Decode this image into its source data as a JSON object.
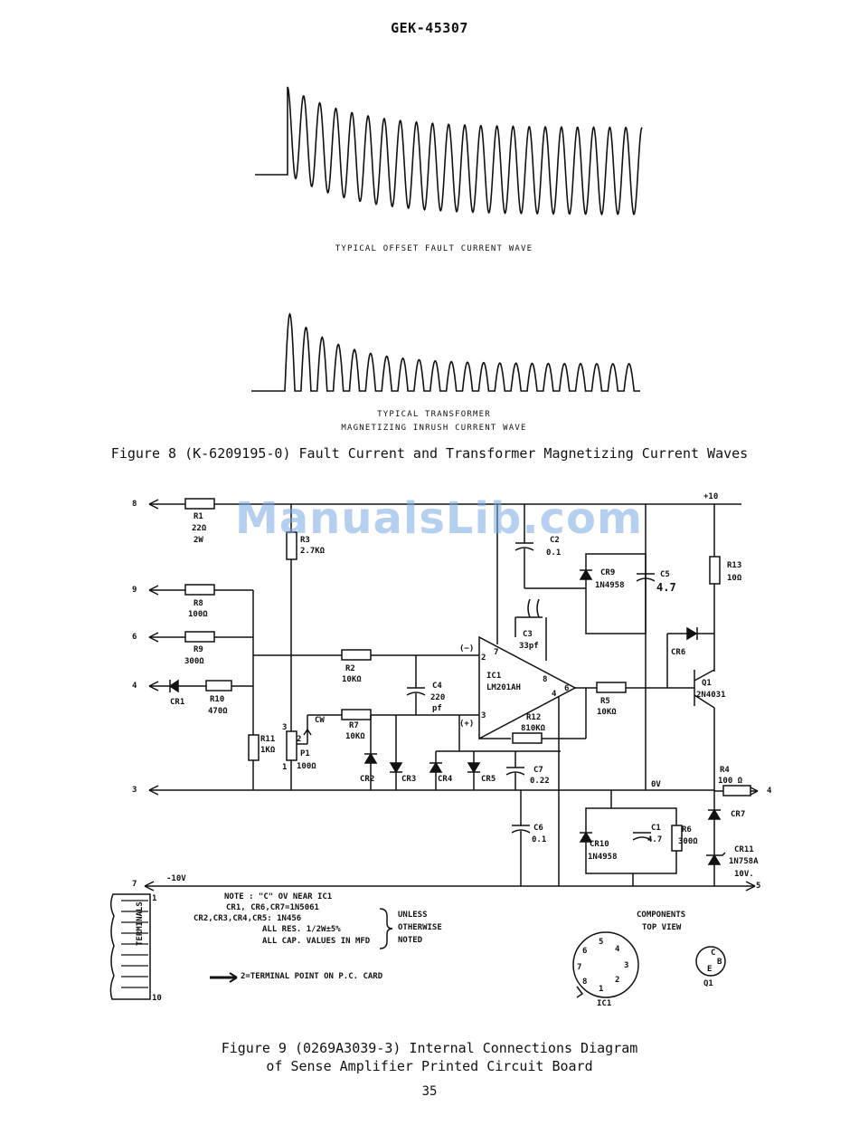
{
  "header": {
    "doc_id": "GEK-45307"
  },
  "figure8": {
    "wave1_caption": "TYPICAL OFFSET FAULT CURRENT WAVE",
    "wave2_caption_line1": "TYPICAL TRANSFORMER",
    "wave2_caption_line2": "MAGNETIZING INRUSH CURRENT WAVE",
    "caption": "Figure 8  (K-6209195-0)  Fault Current and Transformer Magnetizing Current Waves"
  },
  "watermark": "ManualsLib.com",
  "figure9": {
    "terminals": {
      "t8": "8",
      "t9": "9",
      "t6": "6",
      "t4a": "4",
      "t3": "3",
      "t7": "7",
      "t4b": "4",
      "t5": "5"
    },
    "rails": {
      "plus10": "+10",
      "zero_v": "0V",
      "minus10": "-10V"
    },
    "components": {
      "r1": "R1",
      "r1_val": "22Ω",
      "r1_w": "2W",
      "r3": "R3",
      "r3_val": "2.7KΩ",
      "r8": "R8",
      "r8_val": "100Ω",
      "r9": "R9",
      "r9_val": "300Ω",
      "r10": "R10",
      "r10_val": "470Ω",
      "cr1": "CR1",
      "r11": "R11",
      "r11_val": "1KΩ",
      "p1": "P1",
      "p1_val": "100Ω",
      "cw": "CW",
      "pin3": "3",
      "pin2": "2",
      "pin1": "1",
      "r2": "R2",
      "r2_val": "10KΩ",
      "r7": "R7",
      "r7_val": "10KΩ",
      "c4": "C4",
      "c4_val": "220",
      "c4_unit": "pf",
      "c2": "C2",
      "c2_val": "0.1",
      "cr9": "CR9",
      "cr9_part": "1N4958",
      "c5": "C5",
      "c5_val": "4.7",
      "c3": "C3",
      "c3_val": "33pf",
      "ic1": "IC1",
      "ic1_part": "LM201AH",
      "minus_in": "(−)",
      "plus_in": "(+)",
      "ic_pin2": "2",
      "ic_pin3": "3",
      "ic_pin7": "7",
      "ic_pin8": "8",
      "ic_pin4": "4",
      "ic_pin6": "6",
      "r12": "R12",
      "r12_val": "810KΩ",
      "r5": "R5",
      "r5_val": "10KΩ",
      "r13": "R13",
      "r13_val": "10Ω",
      "cr6": "CR6",
      "q1": "Q1",
      "q1_part": "2N4031",
      "cr2": "CR2",
      "cr3": "CR3",
      "cr4": "CR4",
      "cr5": "CR5",
      "c7": "C7",
      "c7_val": "0.22",
      "c6": "C6",
      "c6_val": "0.1",
      "cr10": "CR10",
      "cr10_part": "1N4958",
      "c1": "C1",
      "c1_val": "4.7",
      "r6": "R6",
      "r6_val": "300Ω",
      "r4": "R4",
      "r4_val": "100 Ω",
      "cr7": "CR7",
      "cr11": "CR11",
      "cr11_part": "1N758A",
      "cr11_v": "10V."
    },
    "notes": {
      "line1": "NOTE : \"C\"  OV NEAR IC1",
      "line2": "CR1, CR6,CR7=1N5061",
      "line3": "CR2,CR3,CR4,CR5: 1N456",
      "line4": "ALL RES. 1/2W±5%",
      "line5": "ALL CAP. VALUES IN MFD",
      "unless": "UNLESS",
      "otherwise": "OTHERWISE",
      "noted": "NOTED",
      "terminal_point": "2=TERMINAL POINT ON P.C. CARD"
    },
    "terminal_strip": {
      "top": "1",
      "bottom": "10",
      "label": "TERMINALS"
    },
    "components_view": {
      "line1": "COMPONENTS",
      "line2": "TOP VIEW",
      "ic_label": "IC1",
      "q_label": "Q1",
      "pins": [
        "5",
        "4",
        "6",
        "3",
        "7",
        "2",
        "8",
        "1"
      ],
      "c": "C",
      "b": "B",
      "e": "E"
    },
    "caption_line1": "Figure 9  (0269A3039-3)  Internal Connections Diagram",
    "caption_line2": "of Sense Amplifier Printed Circuit Board"
  },
  "page_number": "35"
}
